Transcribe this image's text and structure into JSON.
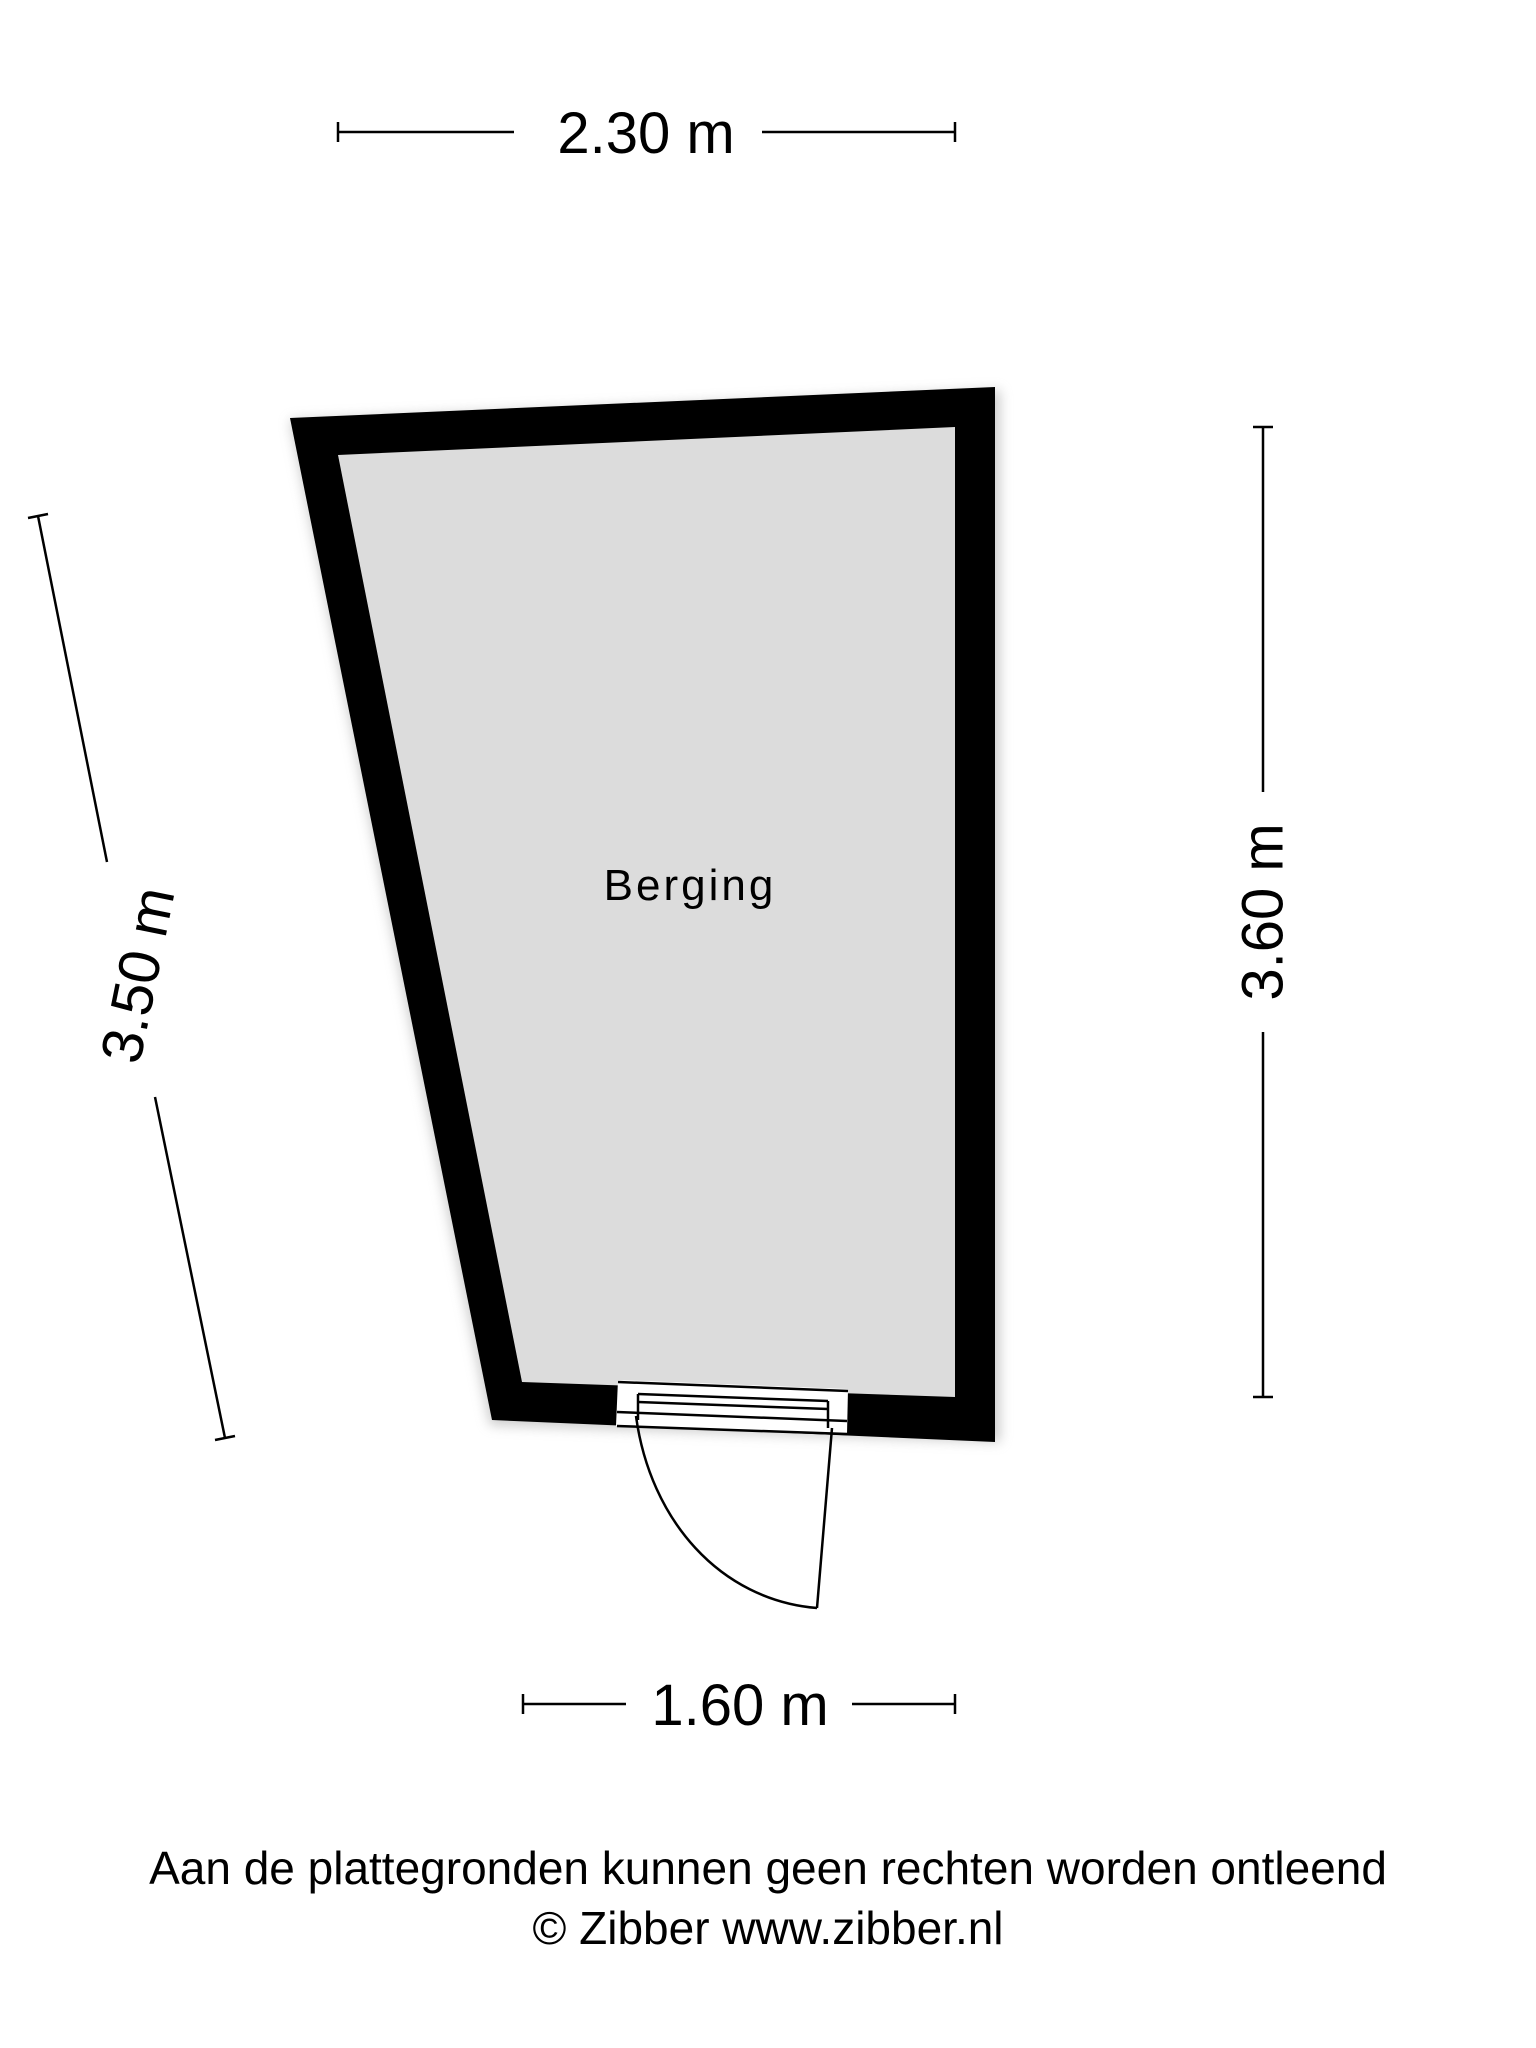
{
  "room": {
    "name": "Berging"
  },
  "dimensions": {
    "top": "2.30 m",
    "bottom": "1.60 m",
    "left": "3.50 m",
    "right": "3.60 m"
  },
  "footer": {
    "disclaimer": "Aan de plattegronden kunnen geen rechten worden ontleend",
    "copyright": "© Zibber www.zibber.nl"
  },
  "colors": {
    "wall": "#000000",
    "floor": "#dcdcdc"
  }
}
